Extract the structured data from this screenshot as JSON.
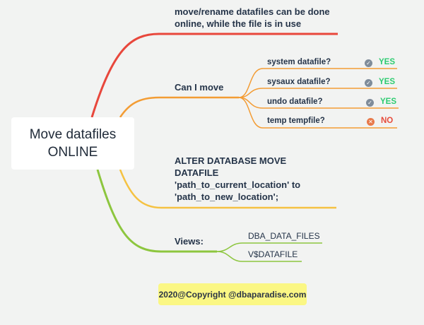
{
  "root": {
    "label": "Move datafiles\nONLINE"
  },
  "branches": [
    {
      "text": "move/rename datafiles can be done online, while the file is in use",
      "color": "#e8473c"
    },
    {
      "text": "Can I move",
      "color": "#f39c34",
      "children": [
        {
          "label": "system datafile?",
          "answer": "YES",
          "icon": "check-icon",
          "answer_color": "#2ecc71",
          "icon_color": "#7f8c9a"
        },
        {
          "label": "sysaux datafile?",
          "answer": "YES",
          "icon": "check-icon",
          "answer_color": "#2ecc71",
          "icon_color": "#7f8c9a"
        },
        {
          "label": "undo datafile?",
          "answer": "YES",
          "icon": "check-icon",
          "answer_color": "#2ecc71",
          "icon_color": "#7f8c9a"
        },
        {
          "label": "temp tempfile?",
          "answer": "NO",
          "icon": "cross-icon",
          "answer_color": "#e74c3c",
          "icon_color": "#e8794a"
        }
      ]
    },
    {
      "text": "ALTER DATABASE MOVE DATAFILE 'path_to_current_location' to 'path_to_new_location';",
      "color": "#f5c242"
    },
    {
      "text": "Views:",
      "color": "#8dc63f",
      "children": [
        {
          "label": "DBA_DATA_FILES"
        },
        {
          "label": "V$DATAFILE"
        }
      ]
    }
  ],
  "copyright": "2020@Copyright @dbaparadise.com"
}
